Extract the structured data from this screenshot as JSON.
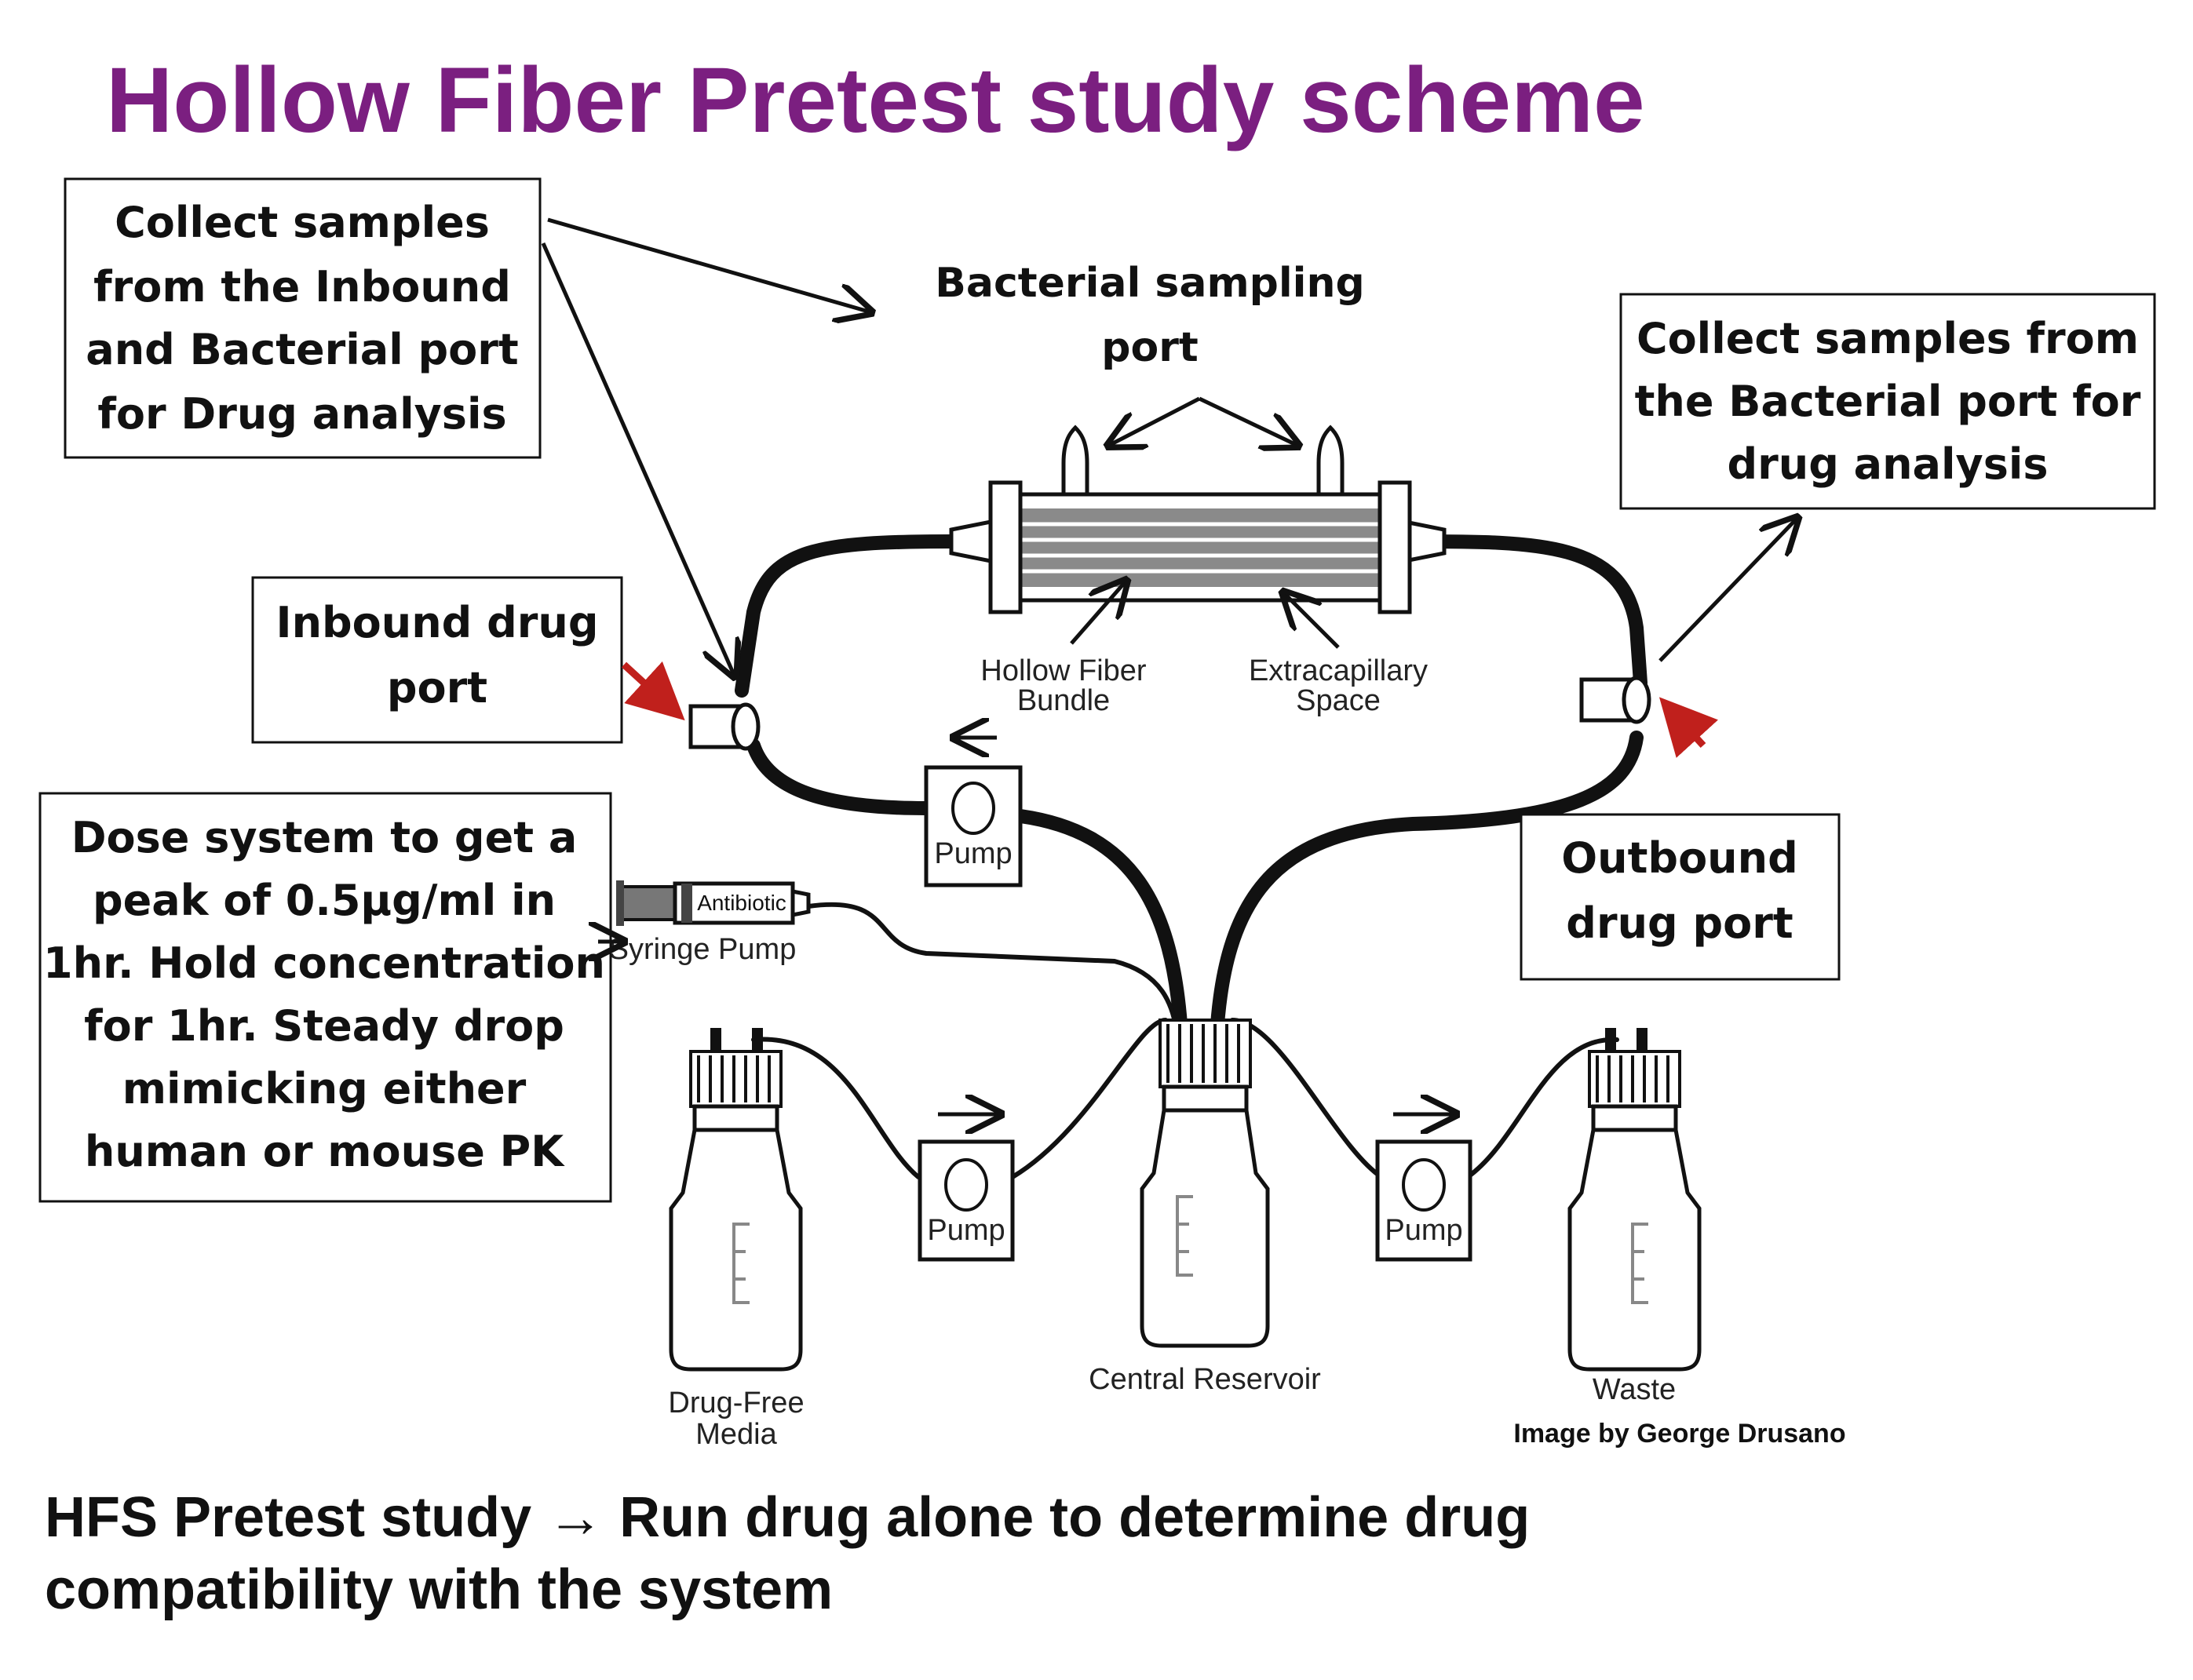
{
  "title": "Hollow Fiber Pretest study scheme",
  "callouts": {
    "collect_inbound": [
      "Collect samples",
      "from the Inbound",
      "and Bacterial port",
      "for Drug analysis"
    ],
    "bacterial_port": [
      "Bacterial sampling",
      "port"
    ],
    "collect_bacterial": [
      "Collect samples from",
      "the Bacterial port for",
      "drug analysis"
    ],
    "inbound_port": [
      "Inbound drug",
      "port"
    ],
    "dose_system": [
      "Dose system to get a",
      "peak of 0.5µg/ml in",
      "1hr. Hold concentration",
      "for 1hr. Steady drop",
      "mimicking either",
      "human or mouse PK"
    ],
    "outbound_port": [
      "Outbound",
      "drug port"
    ]
  },
  "component_labels": {
    "hollow_fiber": [
      "Hollow Fiber",
      "Bundle"
    ],
    "extracapillary": [
      "Extracapillary",
      "Space"
    ],
    "syringe_label": "Antibiotic",
    "syringe_pump": "Syringe Pump",
    "pump": "Pump",
    "drug_free_media": [
      "Drug-Free",
      "Media"
    ],
    "central_reservoir": "Central Reservoir",
    "waste": "Waste"
  },
  "credit": "Image by George Drusano",
  "footer": [
    "HFS Pretest study → Run drug alone to determine drug",
    "compatibility with the system"
  ],
  "colors": {
    "title": "#7b1f80",
    "highlight_arrow": "#c0201c",
    "line": "#111111"
  }
}
